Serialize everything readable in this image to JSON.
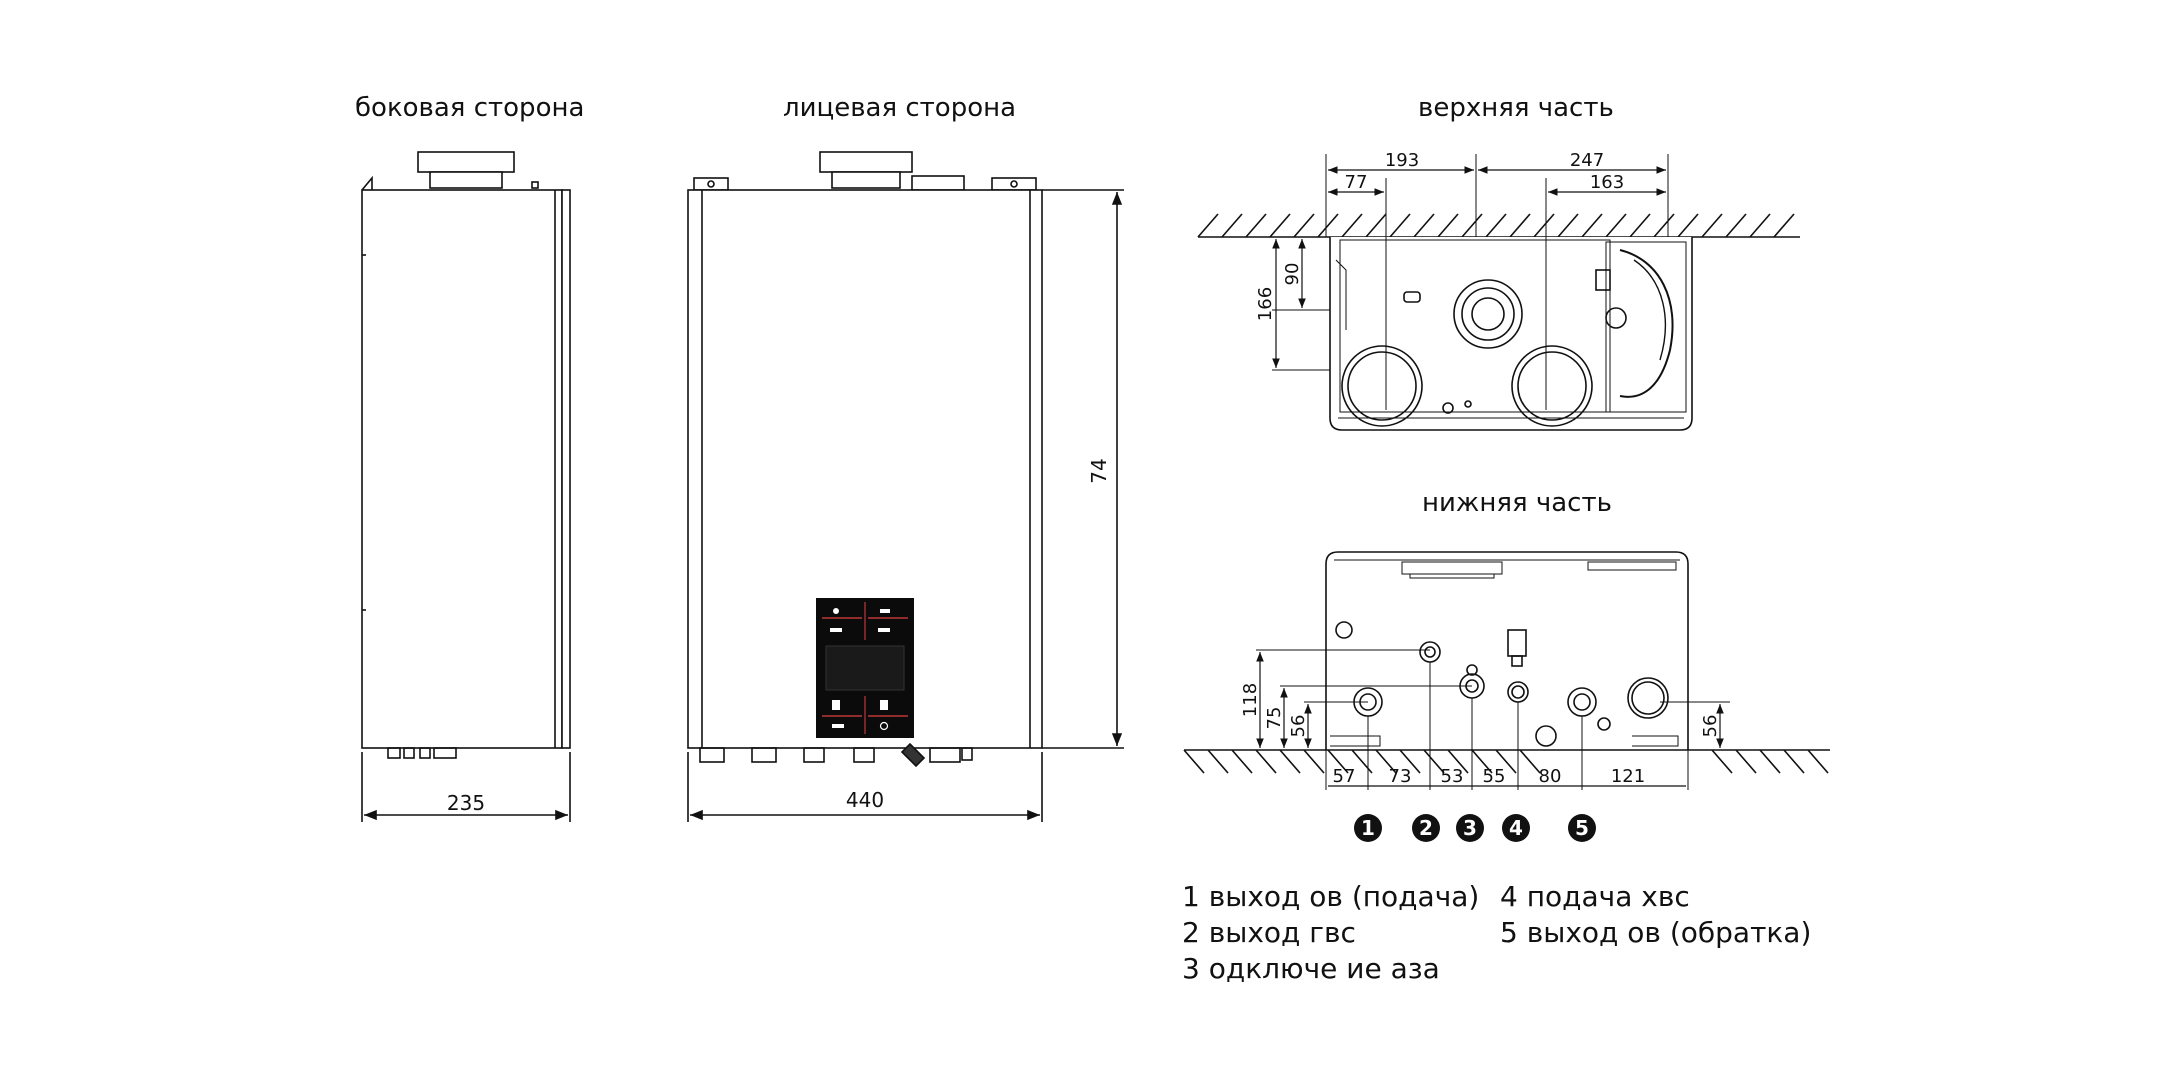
{
  "views": {
    "side": "боковая сторона",
    "front": "лицевая сторона",
    "top": "верхняя часть",
    "bottom": "нижняя часть"
  },
  "dims": {
    "side_width": "235",
    "front_width": "440",
    "front_height": "74",
    "top_193": "193",
    "top_247": "247",
    "top_77": "77",
    "top_163": "163",
    "top_90": "90",
    "top_166": "166",
    "bot_118": "118",
    "bot_75": "75",
    "bot_56_left": "56",
    "bot_56_right": "56",
    "bot_57": "57",
    "bot_73": "73",
    "bot_53": "53",
    "bot_55": "55",
    "bot_80": "80",
    "bot_121": "121"
  },
  "markers": [
    "1",
    "2",
    "3",
    "4",
    "5"
  ],
  "legend": {
    "item1": "1 выход ов (подача)",
    "item2": "2 выход гвс",
    "item3": "3   одключе  ие  аза",
    "item4": "4 подача хвс",
    "item5": "5 выход ов (обратка)"
  }
}
